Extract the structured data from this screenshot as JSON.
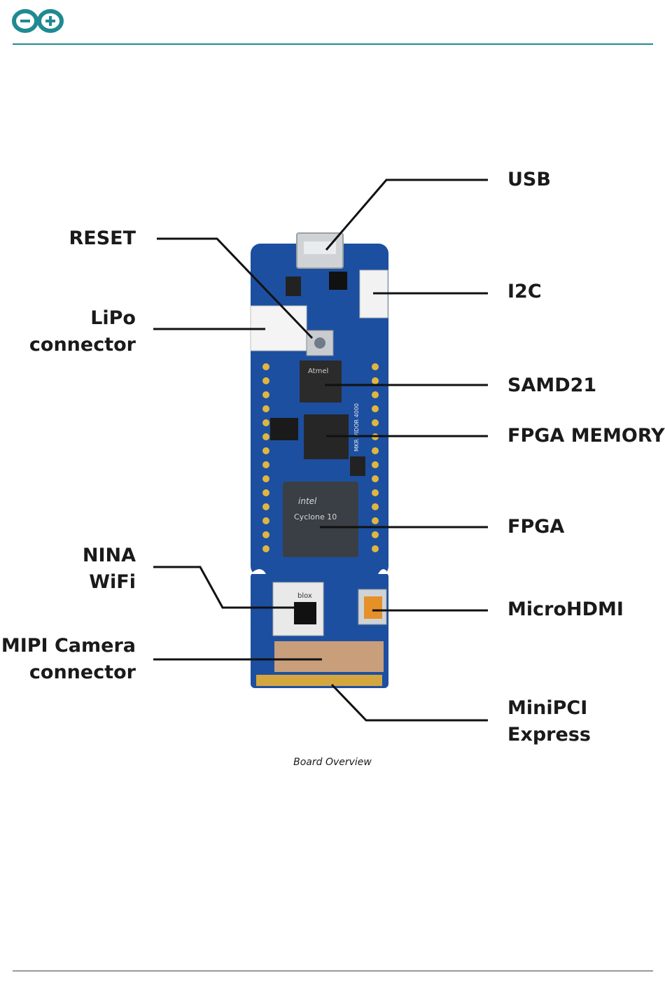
{
  "header": {
    "logo": "arduino-logo"
  },
  "colors": {
    "accent": "#1f8a91",
    "board": "#1d4fa0",
    "leader": "#111111"
  },
  "diagram": {
    "labels": {
      "usb": "USB",
      "reset": "RESET",
      "i2c": "I2C",
      "lipo": "LiPo\nconnector",
      "samd21": "SAMD21",
      "fpga_memory": "FPGA MEMORY",
      "fpga": "FPGA",
      "nina": "NINA\nWiFi",
      "microhdmi": "MicroHDMI",
      "mipi": "MIPI Camera\nconnector",
      "minipci": "MiniPCI\nExpress"
    },
    "chip_text": {
      "atmel": "Atmel",
      "intel": "intel",
      "cyclone": "Cyclone 10",
      "ublox": "blox",
      "silk": "MKR VIDOR 4000"
    },
    "caption": "Board Overview"
  }
}
